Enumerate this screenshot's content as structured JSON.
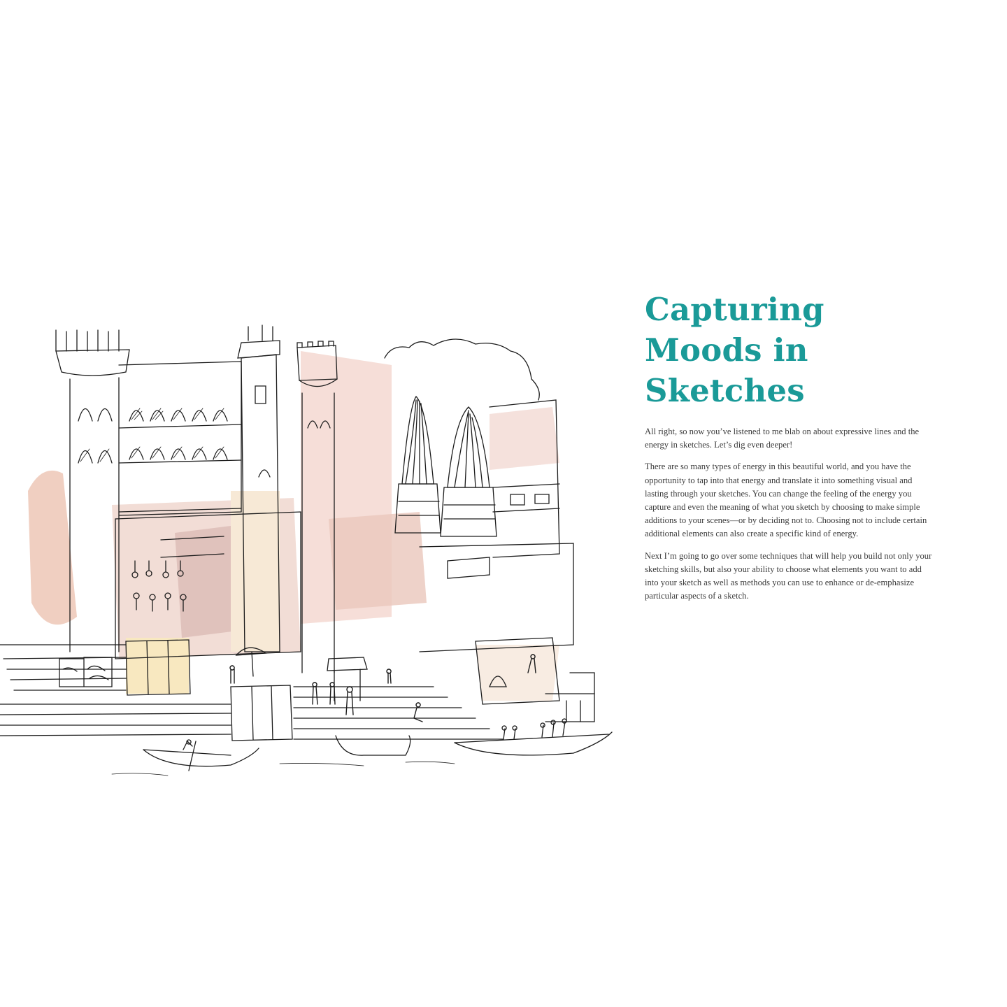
{
  "page": {
    "background": "#ffffff",
    "accent_color": "#1a9a98",
    "body_text_color": "#3b3b3b"
  },
  "illustration": {
    "subject": "ink-and-watercolor sketch of riverside ghat buildings with temple spires, steps, people and boats",
    "palette": [
      "#1c1c1c",
      "#e8b9a8",
      "#d99a86",
      "#f2d58c",
      "#b87a70"
    ]
  },
  "article": {
    "heading_lines": [
      "Capturing",
      "Moods in",
      "Sketches"
    ],
    "paragraphs": [
      "All right, so now you’ve listened to me blab on about expressive lines and the energy in sketches. Let’s dig even deeper!",
      "There are so many types of energy in this beautiful world, and you have the opportunity to tap into that energy and translate it into something visual and lasting through your sketches. You can change the feeling of the energy you capture and even the meaning of what you sketch by choosing to make simple additions to your scenes—or by deciding not to. Choosing not to include certain additional elements can also create a specific kind of energy.",
      "Next I’m going to go over some techniques that will help you build not only your sketching skills, but also your ability to choose what elements you want to add into your sketch as well as methods you can use to enhance or de-emphasize particular aspects of a sketch."
    ]
  }
}
